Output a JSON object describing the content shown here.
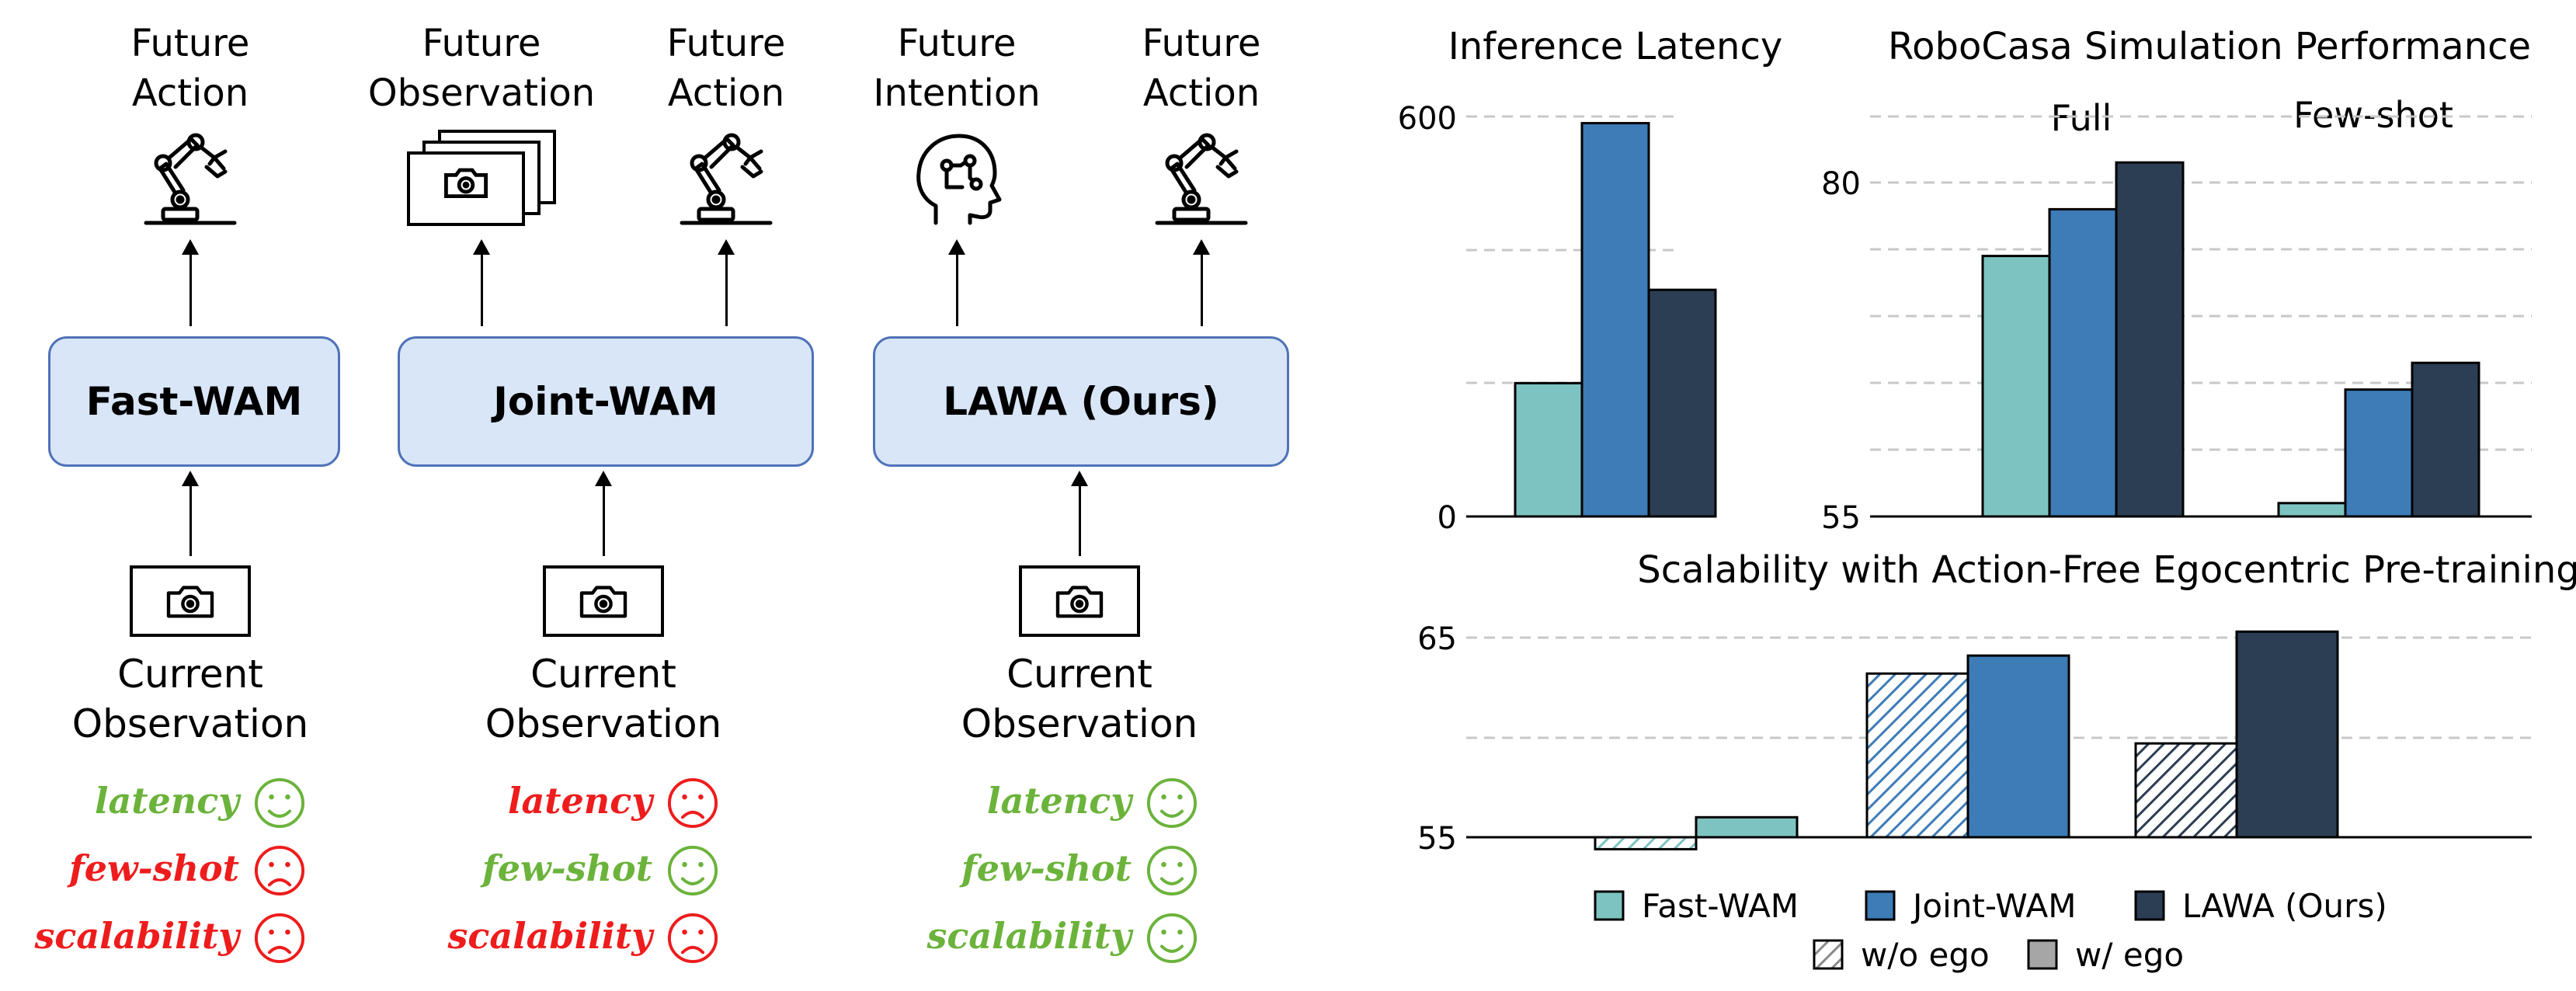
{
  "diagram": {
    "columns": [
      {
        "model": "Fast-WAM",
        "outputs": [
          {
            "label": "Future\nAction",
            "icon": "robot-arm-icon"
          }
        ],
        "input": "Current\nObservation",
        "status": [
          {
            "label": "latency",
            "good": true
          },
          {
            "label": "few-shot",
            "good": false
          },
          {
            "label": "scalability",
            "good": false
          }
        ]
      },
      {
        "model": "Joint-WAM",
        "outputs": [
          {
            "label": "Future\nObservation",
            "icon": "image-stack-icon"
          },
          {
            "label": "Future\nAction",
            "icon": "robot-arm-icon"
          }
        ],
        "input": "Current\nObservation",
        "status": [
          {
            "label": "latency",
            "good": false
          },
          {
            "label": "few-shot",
            "good": true
          },
          {
            "label": "scalability",
            "good": false
          }
        ]
      },
      {
        "model": "LAWA (Ours)",
        "outputs": [
          {
            "label": "Future\nIntention",
            "icon": "head-brain-icon"
          },
          {
            "label": "Future\nAction",
            "icon": "robot-arm-icon"
          }
        ],
        "input": "Current\nObservation",
        "status": [
          {
            "label": "latency",
            "good": true
          },
          {
            "label": "few-shot",
            "good": true
          },
          {
            "label": "scalability",
            "good": true
          }
        ]
      }
    ],
    "colors": {
      "good": "#6bb33b",
      "bad": "#ee1c1c",
      "box_fill": "#d9e6f7",
      "box_border": "#4f73b8"
    }
  },
  "chart_data": [
    {
      "type": "bar",
      "title": "Inference Latency",
      "categories": [
        "Fast-WAM",
        "Joint-WAM",
        "LAWA (Ours)"
      ],
      "values": [
        200,
        590,
        340
      ],
      "yticks": [
        "600",
        "0"
      ],
      "ylim": [
        0,
        600
      ]
    },
    {
      "type": "bar",
      "title": "RoboCasa Simulation Performance",
      "groups": [
        "Full",
        "Few-shot"
      ],
      "series": [
        {
          "name": "Fast-WAM",
          "values": [
            74.5,
            56.0
          ]
        },
        {
          "name": "Joint-WAM",
          "values": [
            78.0,
            64.5
          ]
        },
        {
          "name": "LAWA (Ours)",
          "values": [
            81.5,
            66.5
          ]
        }
      ],
      "yticks": [
        "80",
        "55"
      ],
      "ylim": [
        55,
        80
      ]
    },
    {
      "type": "bar",
      "title": "Scalability with Action-Free Egocentric Pre-training",
      "groups": [
        "Fast-WAM",
        "Joint-WAM",
        "LAWA (Ours)"
      ],
      "series": [
        {
          "name": "w/o ego",
          "values": [
            54.4,
            63.2,
            59.7
          ]
        },
        {
          "name": "w/ ego",
          "values": [
            56.0,
            64.1,
            65.3
          ]
        }
      ],
      "yticks": [
        "65",
        "55"
      ],
      "ylim": [
        55,
        65
      ]
    }
  ],
  "legend": {
    "models": [
      "Fast-WAM",
      "Joint-WAM",
      "LAWA (Ours)"
    ],
    "patterns": [
      "w/o ego",
      "w/ ego"
    ],
    "colors": {
      "fast": "#7dc3c1",
      "joint": "#3d7cb6",
      "lawa": "#2c3e53",
      "gray": "#a6a6a6"
    }
  }
}
